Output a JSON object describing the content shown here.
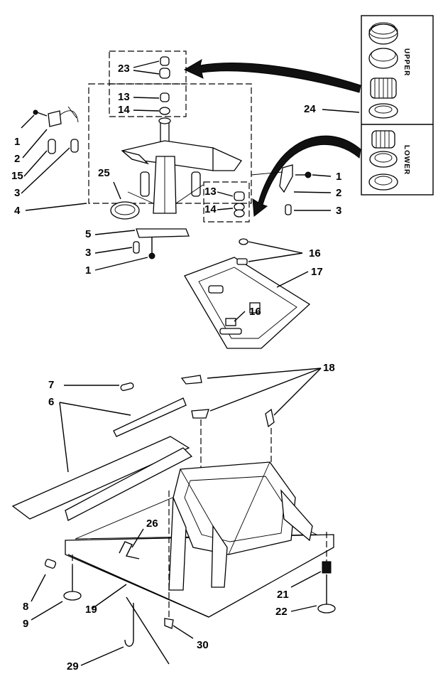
{
  "callouts": {
    "c23": "23",
    "c13a": "13",
    "c14a": "14",
    "c24": "24",
    "c1a": "1",
    "c2a": "2",
    "c15": "15",
    "c3a": "3",
    "c25": "25",
    "c4": "4",
    "c1b": "1",
    "c2b": "2",
    "c3b": "3",
    "c13b": "13",
    "c14b": "14",
    "c5": "5",
    "c3c": "3",
    "c1c": "1",
    "c16a": "16",
    "c17": "17",
    "c16b": "16",
    "c7": "7",
    "c18": "18",
    "c6": "6",
    "c26": "26",
    "c8": "8",
    "c9": "9",
    "c19": "19",
    "c21": "21",
    "c22": "22",
    "c29": "29",
    "c30": "30"
  },
  "bearing_labels": {
    "upper": "UPPER",
    "lower": "LOWER"
  }
}
